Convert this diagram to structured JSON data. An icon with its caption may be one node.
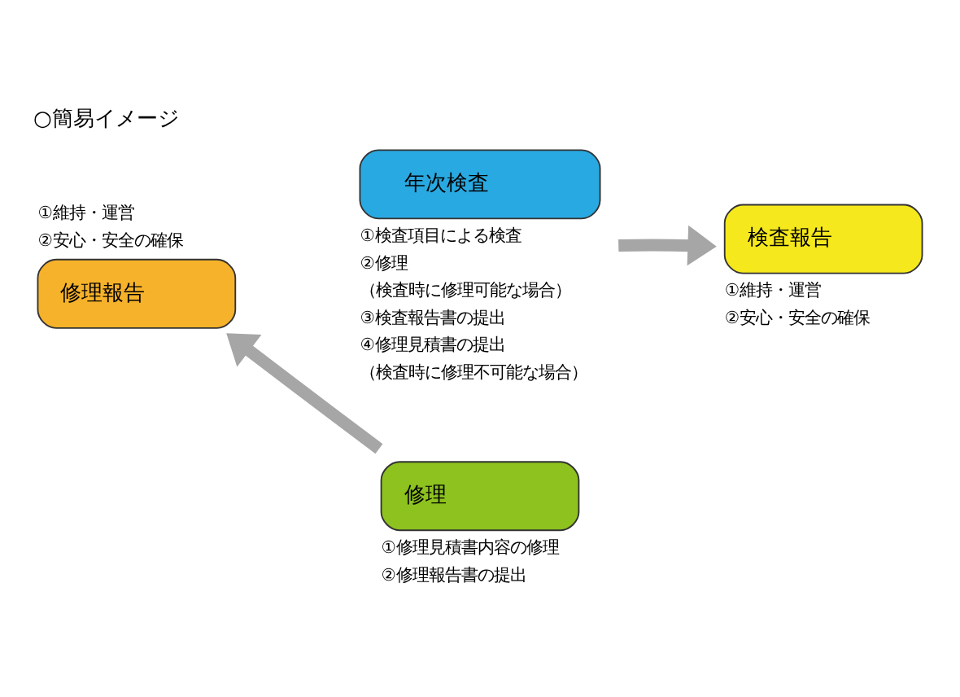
{
  "diagram": {
    "title": "○簡易イメージ",
    "nodes": [
      {
        "text": [
          "年次検査"
        ],
        "beside": [
          "①検査項目による検査",
          "②修理",
          "（検査時に修理可能な場合）",
          "③検査報告書の提出",
          "④修理見積書の提出",
          "（検査時に修理不可能な場合）"
        ]
      },
      {
        "text": [
          "修理報告"
        ],
        "beside": [
          "①維持・運営",
          "②安心・安全の確保"
        ]
      },
      {
        "text": [
          "検査報告"
        ],
        "beside": [
          "①維持・運営",
          "②安心・安全の確保"
        ]
      },
      {
        "text": [
          "修理"
        ],
        "beside": [
          "①修理見積書内容の修理",
          "②修理報告書の提出"
        ]
      }
    ],
    "edges": [
      {
        "from": 0,
        "to": 2,
        "arrow": "to"
      },
      {
        "from": 3,
        "to": 1,
        "arrow": "to"
      }
    ]
  }
}
